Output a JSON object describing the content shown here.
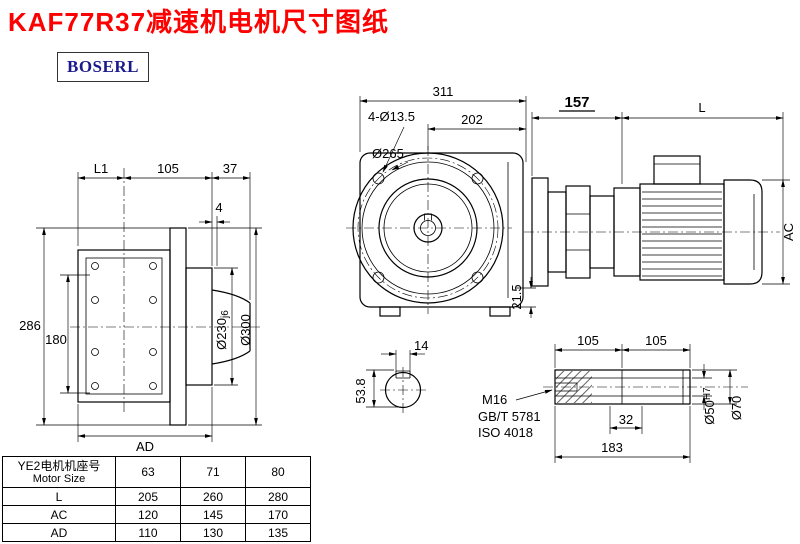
{
  "page": {
    "title": "KAF77R37减速机电机尺寸图纸",
    "logo": "BOSERL"
  },
  "colors": {
    "title": "#fe0000",
    "logo_text": "#1a1a8c",
    "line": "#000000",
    "background": "#ffffff"
  },
  "side_view": {
    "dim_L1": "L1",
    "dim_105": "105",
    "dim_37": "37",
    "dim_4": "4",
    "dim_286": "286",
    "dim_180": "180",
    "dim_d230": "Ø230",
    "dim_d230_tol": "j6",
    "dim_d300": "Ø300",
    "dim_AD": "AD"
  },
  "front_view": {
    "dim_311": "311",
    "dim_202": "202",
    "dim_holes": "4-Ø13.5",
    "dim_d265": "Ø265",
    "dim_21_5": "21.5"
  },
  "motor_view": {
    "dim_157": "157",
    "dim_L": "L",
    "dim_AC": "AC"
  },
  "shaft_section": {
    "dim_14": "14",
    "dim_53_8": "53.8"
  },
  "shaft_detail": {
    "dim_105a": "105",
    "dim_105b": "105",
    "dim_32": "32",
    "dim_183": "183",
    "dim_d50": "Ø50",
    "dim_d50_tol": "H7",
    "dim_d70": "Ø70",
    "note_m16": "M16",
    "note_gbt": "GB/T 5781",
    "note_iso": "ISO 4018"
  },
  "table": {
    "row_header_cn": "YE2电机机座号",
    "row_header_en": "Motor Size",
    "sizes": [
      "63",
      "71",
      "80"
    ],
    "rows": [
      {
        "label": "L",
        "values": [
          "205",
          "260",
          "280"
        ]
      },
      {
        "label": "AC",
        "values": [
          "120",
          "145",
          "170"
        ]
      },
      {
        "label": "AD",
        "values": [
          "110",
          "130",
          "135"
        ]
      }
    ]
  }
}
